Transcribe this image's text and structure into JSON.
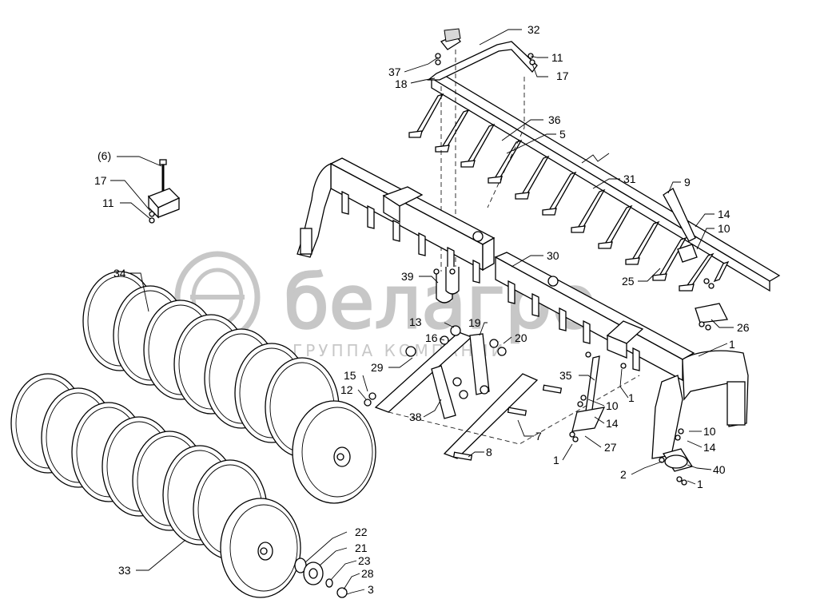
{
  "watermark": {
    "brand": "белагро",
    "subtitle": "ГРУППА КОМПАНИЙ"
  },
  "callouts": {
    "c32": "32",
    "c11a": "11",
    "c37": "37",
    "c17a": "17",
    "c18": "18",
    "c36": "36",
    "c5": "5",
    "c6": "(6)",
    "c17b": "17",
    "c11b": "11",
    "c31": "31",
    "c9": "9",
    "c14a": "14",
    "c10a": "10",
    "c34": "34",
    "c30": "30",
    "c25": "25",
    "c39": "39",
    "c26": "26",
    "c13": "13",
    "c19": "19",
    "c16": "16",
    "c20": "20",
    "c1a": "1",
    "c29": "29",
    "c35": "35",
    "c15": "15",
    "c12": "12",
    "c1b": "1",
    "c10b": "10",
    "c14b": "14",
    "c38": "38",
    "c7": "7",
    "c10c": "10",
    "c14c": "14",
    "c27": "27",
    "c1c": "1",
    "c8": "8",
    "c2": "2",
    "c40": "40",
    "c1d": "1",
    "c22": "22",
    "c21": "21",
    "c23": "23",
    "c28": "28",
    "c33": "33",
    "c3": "3"
  }
}
